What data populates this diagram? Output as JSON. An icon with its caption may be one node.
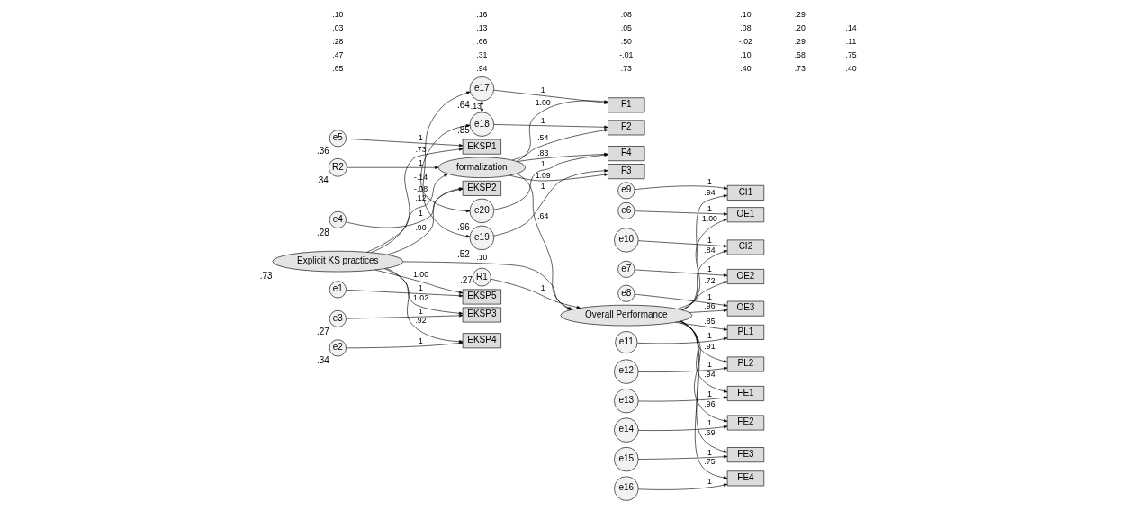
{
  "diagram": {
    "nodes": [
      {
        "text": [
          "F1"
        ]
      },
      {
        "text": [
          "F2"
        ]
      },
      {
        "text": [
          "F3"
        ]
      },
      {
        "text": [
          "F4"
        ]
      },
      {
        "text": [
          "e17"
        ],
        "beside": [
          ".64"
        ]
      },
      {
        "text": [
          "e18"
        ],
        "beside": [
          ".85"
        ]
      },
      {
        "text": [
          "e19"
        ],
        "beside": [
          ".52"
        ]
      },
      {
        "text": [
          "e20"
        ],
        "beside": [
          ".96"
        ]
      },
      {
        "text": [
          "formalization"
        ]
      },
      {
        "text": [
          "R2"
        ],
        "beside": [
          ".34"
        ]
      },
      {
        "text": [
          "EKSP1"
        ]
      },
      {
        "text": [
          "EKSP2"
        ]
      },
      {
        "text": [
          "EKSP3"
        ]
      },
      {
        "text": [
          "EKSP4"
        ]
      },
      {
        "text": [
          "EKSP5"
        ]
      },
      {
        "text": [
          "e5"
        ],
        "beside": [
          ".36"
        ]
      },
      {
        "text": [
          "e4"
        ],
        "beside": [
          ".28"
        ]
      },
      {
        "text": [
          "e3"
        ],
        "beside": [
          ".27"
        ]
      },
      {
        "text": [
          "e2"
        ],
        "beside": [
          ".34"
        ]
      },
      {
        "text": [
          "e1"
        ]
      },
      {
        "text": [
          "Explicit KS practices"
        ],
        "beside": [
          ".73"
        ]
      },
      {
        "text": [
          "Overall Performance"
        ]
      },
      {
        "text": [
          "R1"
        ],
        "beside": [
          ".27"
        ]
      },
      {
        "text": [
          "OE1"
        ]
      },
      {
        "text": [
          "OE2"
        ]
      },
      {
        "text": [
          "OE3"
        ]
      },
      {
        "text": [
          "CI1"
        ]
      },
      {
        "text": [
          "CI2"
        ]
      },
      {
        "text": [
          "PL1"
        ]
      },
      {
        "text": [
          "PL2"
        ]
      },
      {
        "text": [
          "FE1"
        ]
      },
      {
        "text": [
          "FE2"
        ]
      },
      {
        "text": [
          "FE3"
        ]
      },
      {
        "text": [
          "FE4"
        ]
      },
      {
        "text": [
          "e6"
        ]
      },
      {
        "text": [
          "e7"
        ]
      },
      {
        "text": [
          "e8"
        ]
      },
      {
        "text": [
          "e9"
        ]
      },
      {
        "text": [
          "e10"
        ]
      },
      {
        "text": [
          "e11"
        ]
      },
      {
        "text": [
          "e12"
        ]
      },
      {
        "text": [
          "e13"
        ]
      },
      {
        "text": [
          "e14"
        ]
      },
      {
        "text": [
          "e15"
        ]
      },
      {
        "text": [
          "e16"
        ]
      }
    ],
    "edges": [
      {
        "from": 4,
        "to": 0,
        "arrow": "to",
        "label": "1"
      },
      {
        "from": 5,
        "to": 1,
        "arrow": "to",
        "label": "1"
      },
      {
        "from": 6,
        "to": 2,
        "arrow": "to",
        "label": "1"
      },
      {
        "from": 7,
        "to": 3,
        "arrow": "to",
        "label": "1"
      },
      {
        "from": 4,
        "to": 5,
        "arrow": "both",
        "label": ".13"
      },
      {
        "from": 4,
        "to": 6,
        "arrow": "both",
        "label": "-.14"
      },
      {
        "from": 5,
        "to": 7,
        "arrow": "both",
        "label": "-.08"
      },
      {
        "from": 8,
        "to": 0,
        "arrow": "to",
        "label": "1.00"
      },
      {
        "from": 8,
        "to": 1,
        "arrow": "to",
        "label": ".54"
      },
      {
        "from": 8,
        "to": 2,
        "arrow": "to",
        "label": "1.09"
      },
      {
        "from": 8,
        "to": 3,
        "arrow": "to",
        "label": ".83"
      },
      {
        "from": 9,
        "to": 8,
        "arrow": "to",
        "label": "1"
      },
      {
        "from": 15,
        "to": 10,
        "arrow": "to",
        "label": "1"
      },
      {
        "from": 16,
        "to": 11,
        "arrow": "to",
        "label": "1"
      },
      {
        "from": 17,
        "to": 12,
        "arrow": "to",
        "label": "1"
      },
      {
        "from": 18,
        "to": 13,
        "arrow": "to",
        "label": "1"
      },
      {
        "from": 19,
        "to": 14,
        "arrow": "to",
        "label": "1"
      },
      {
        "from": 20,
        "to": 10,
        "arrow": "to",
        "label": ".73"
      },
      {
        "from": 20,
        "to": 11,
        "arrow": "to",
        "label": ".90"
      },
      {
        "from": 20,
        "to": 12,
        "arrow": "to",
        "label": "1.02"
      },
      {
        "from": 20,
        "to": 13,
        "arrow": "to",
        "label": ".92"
      },
      {
        "from": 20,
        "to": 14,
        "arrow": "to",
        "label": "1.00"
      },
      {
        "from": 20,
        "to": 8,
        "arrow": "to",
        "label": ".12"
      },
      {
        "from": 8,
        "to": 21,
        "arrow": "to",
        "label": ".64"
      },
      {
        "from": 20,
        "to": 21,
        "arrow": "to",
        "label": ".10"
      },
      {
        "from": 22,
        "to": 21,
        "arrow": "to",
        "label": "1"
      },
      {
        "from": 21,
        "to": 23,
        "arrow": "to",
        "label": "1.00"
      },
      {
        "from": 21,
        "to": 24,
        "arrow": "to",
        "label": ".72"
      },
      {
        "from": 21,
        "to": 25,
        "arrow": "to",
        "label": ".96"
      },
      {
        "from": 21,
        "to": 26,
        "arrow": "to",
        "label": ".94"
      },
      {
        "from": 21,
        "to": 27,
        "arrow": "to",
        "label": ".84"
      },
      {
        "from": 21,
        "to": 28,
        "arrow": "to",
        "label": ".85"
      },
      {
        "from": 21,
        "to": 29,
        "arrow": "to",
        "label": ".91"
      },
      {
        "from": 21,
        "to": 30,
        "arrow": "to",
        "label": ".94"
      },
      {
        "from": 21,
        "to": 31,
        "arrow": "to",
        "label": ".96"
      },
      {
        "from": 21,
        "to": 32,
        "arrow": "to",
        "label": ".69"
      },
      {
        "from": 21,
        "to": 33,
        "arrow": "to",
        "label": ".75"
      },
      {
        "from": 34,
        "to": 23,
        "arrow": "to",
        "label": "1"
      },
      {
        "from": 35,
        "to": 24,
        "arrow": "to",
        "label": "1"
      },
      {
        "from": 36,
        "to": 25,
        "arrow": "to",
        "label": "1"
      },
      {
        "from": 37,
        "to": 26,
        "arrow": "to",
        "label": "1"
      },
      {
        "from": 38,
        "to": 27,
        "arrow": "to",
        "label": "1"
      },
      {
        "from": 39,
        "to": 28,
        "arrow": "to",
        "label": "1"
      },
      {
        "from": 40,
        "to": 29,
        "arrow": "to",
        "label": "1"
      },
      {
        "from": 41,
        "to": 30,
        "arrow": "to",
        "label": "1"
      },
      {
        "from": 42,
        "to": 31,
        "arrow": "to",
        "label": "1"
      },
      {
        "from": 43,
        "to": 32,
        "arrow": "to",
        "label": "1"
      },
      {
        "from": 44,
        "to": 33,
        "arrow": "to",
        "label": "1"
      }
    ],
    "labels": [
      ".65",
      ".94",
      ".73",
      ".40",
      ".73",
      ".40",
      ".47",
      ".31",
      "-.01",
      ".10",
      ".58",
      ".75",
      ".28",
      ".66",
      ".50",
      "-.02",
      ".29",
      ".11",
      ".03",
      ".13",
      ".05",
      ".08",
      ".20",
      ".14",
      ".10",
      ".16",
      ".08",
      ".10",
      ".29"
    ]
  }
}
